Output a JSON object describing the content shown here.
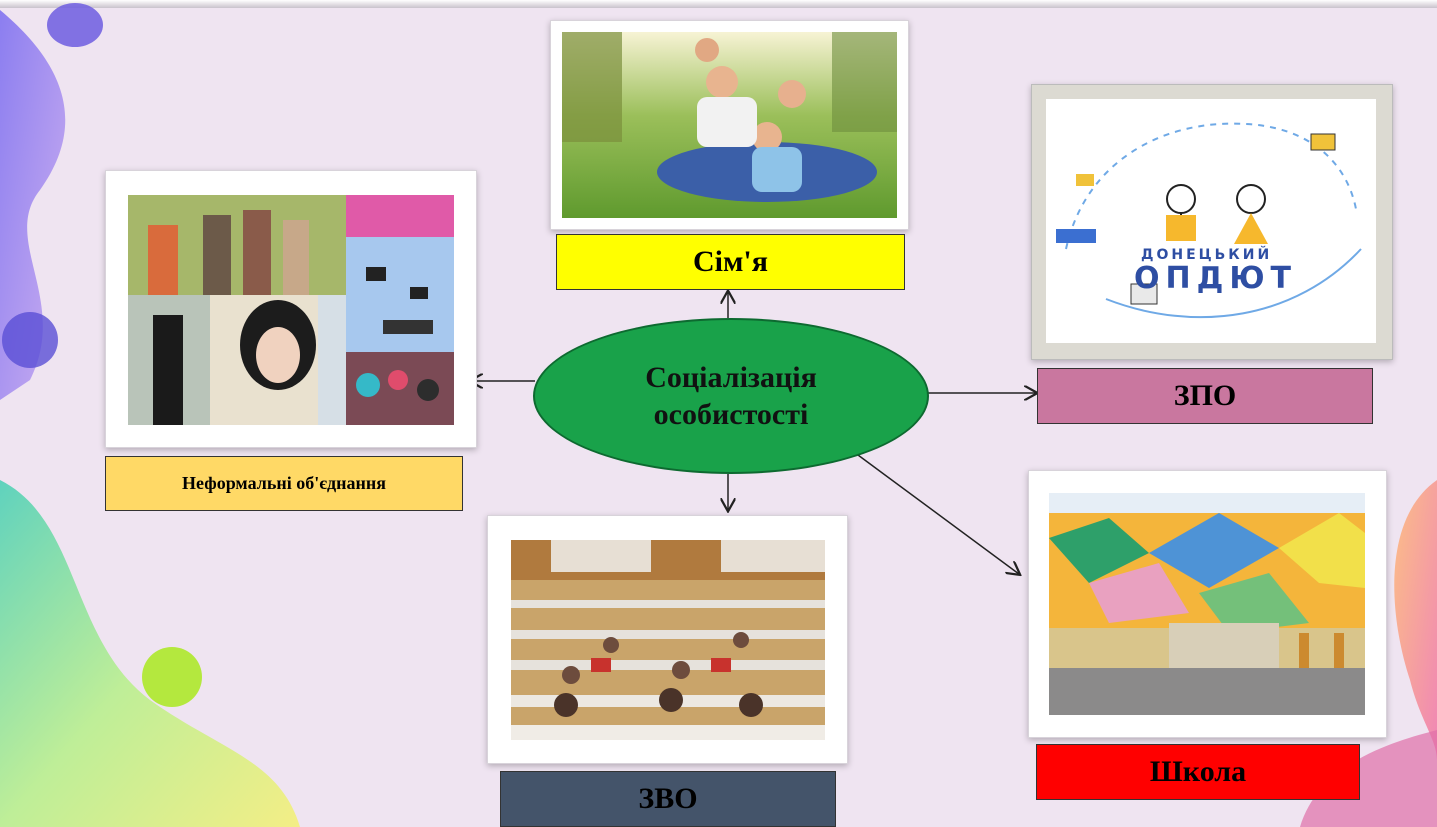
{
  "center": {
    "line1": "Соціалізація",
    "line2": "особистості"
  },
  "labels": {
    "family": "Сім'я",
    "informal": "Неформальні об'єднання",
    "zpo": "ЗПО",
    "zvo": "ЗВО",
    "school": "Школа"
  },
  "logo": {
    "line1": "ДОНЕЦЬКИЙ",
    "line2": "ОПДЮТ"
  },
  "colors": {
    "family": "#ffff00",
    "informal": "#ffd966",
    "zpo": "#c9779f",
    "zvo": "#44546a",
    "school": "#ff0000",
    "center": "#19a24a"
  }
}
